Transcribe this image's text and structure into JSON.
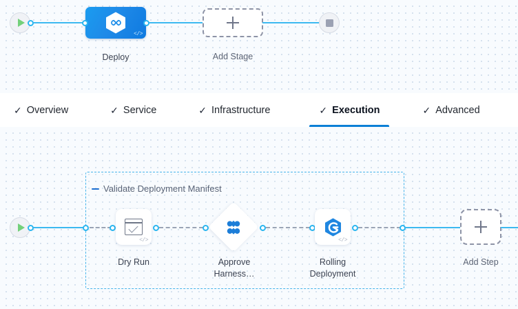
{
  "stage_canvas": {
    "start_node": {
      "name": "pipeline-start",
      "icon": "play-icon"
    },
    "end_node": {
      "name": "pipeline-end",
      "icon": "stop-icon"
    },
    "stage": {
      "label": "Deploy",
      "icon": "harness-hexagon-icon",
      "code_badge": "</>"
    },
    "add_stage": {
      "label": "Add Stage",
      "icon": "plus-icon"
    }
  },
  "tabs": [
    {
      "label": "Overview",
      "check": "✓",
      "active": false
    },
    {
      "label": "Service",
      "check": "✓",
      "active": false
    },
    {
      "label": "Infrastructure",
      "check": "✓",
      "active": false
    },
    {
      "label": "Execution",
      "check": "✓",
      "active": true
    },
    {
      "label": "Advanced",
      "check": "✓",
      "active": false
    }
  ],
  "execution_canvas": {
    "start_node": {
      "name": "execution-start",
      "icon": "play-icon"
    },
    "step_group": {
      "title": "Validate Deployment Manifest",
      "collapse_icon": "minus-icon"
    },
    "steps": [
      {
        "label": "Dry Run",
        "icon": "dry-run-window-check-icon",
        "code_badge": "</>",
        "shape": "rounded"
      },
      {
        "label": "Approve\nHarness…",
        "icon": "harness-approval-dots-icon",
        "code_badge": "",
        "shape": "diamond"
      },
      {
        "label": "Rolling\nDeployment",
        "icon": "rolling-deployment-icon",
        "code_badge": "</>",
        "shape": "rounded"
      }
    ],
    "add_step": {
      "label": "Add Step",
      "icon": "plus-icon"
    }
  },
  "colors": {
    "accent_blue": "#0b7fd6",
    "connector_blue": "#29b5ef",
    "stage_blue": "#1a8ce8",
    "group_border": "#45b3ea",
    "canvas_bg": "#f8fbfe",
    "dash_grey": "#9aa4b5",
    "start_green": "#73d07a",
    "stop_grey": "#9ba1b3"
  }
}
